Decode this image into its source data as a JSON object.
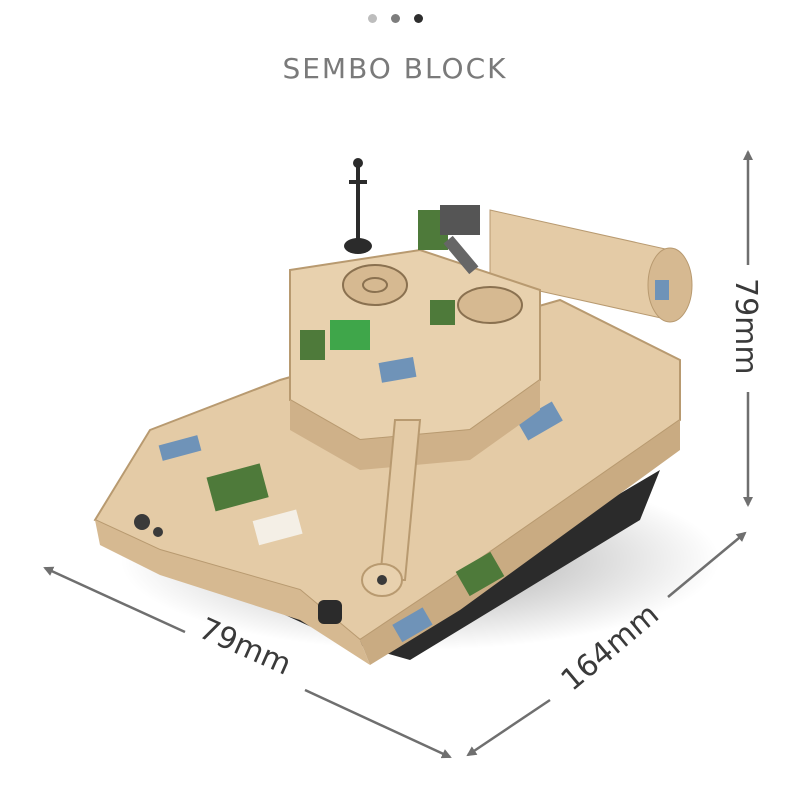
{
  "carousel": {
    "dots": [
      {
        "color": "#bdbdbd",
        "active": false
      },
      {
        "color": "#7d7d7d",
        "active": false
      },
      {
        "color": "#2e2e2e",
        "active": true
      }
    ]
  },
  "header": {
    "brand": "SEMBO BLOCK"
  },
  "product": {
    "subject": "Desert camouflage brick-built tank model"
  },
  "dimensions": {
    "height": "79mm",
    "width": "79mm",
    "length": "164mm"
  },
  "colors": {
    "arrow": "#6f6f6f",
    "tan": "#e4cba6",
    "tan_dark": "#c9ab82",
    "camo_green": "#4e7a3a",
    "camo_blue": "#6f93b8",
    "track": "#2b2b2b"
  }
}
